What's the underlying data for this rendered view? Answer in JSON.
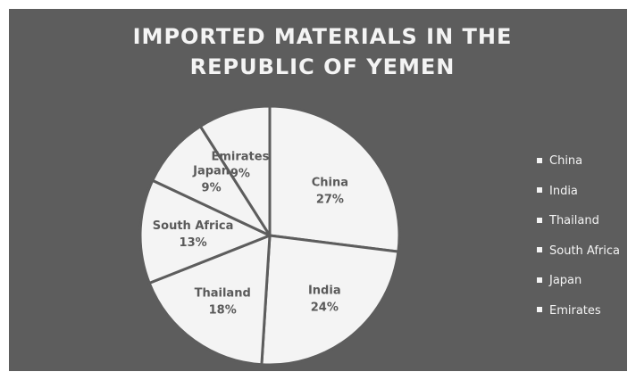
{
  "chart_data": {
    "type": "pie",
    "title": "IMPORTED MATERIALS IN THE REPUBLIC OF YEMEN",
    "title_lines": [
      "IMPORTED MATERIALS IN THE",
      "REPUBLIC OF YEMEN"
    ],
    "categories": [
      "China",
      "India",
      "Thailand",
      "South Africa",
      "Japan",
      "Emirates"
    ],
    "values": [
      27,
      24,
      18,
      13,
      9,
      9
    ],
    "value_labels": [
      "27%",
      "24%",
      "18%",
      "13%",
      "9%",
      "9%"
    ],
    "legend_placement": "right",
    "colors": {
      "background": "#5d5d5d",
      "slice_fill": "#f4f4f4",
      "slice_border": "#5d5d5d",
      "label_text": "#5a5a5a",
      "title_text": "#f4f4f4",
      "legend_text": "#f4f4f4"
    }
  }
}
